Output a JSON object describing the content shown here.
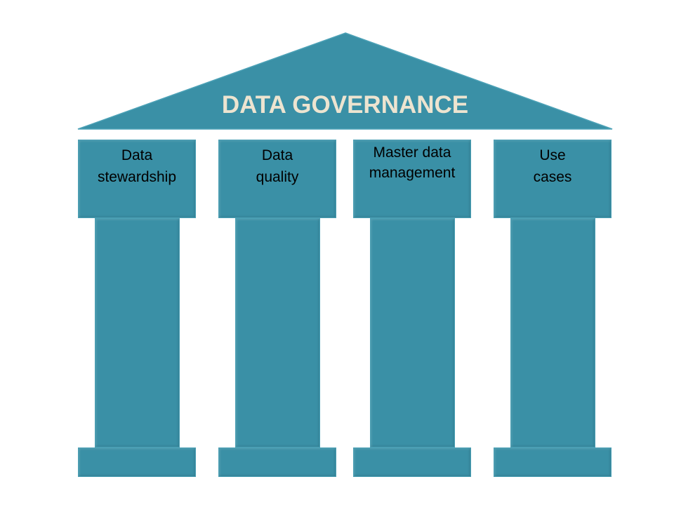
{
  "title": "DATA GOVERNANCE",
  "pillars": [
    {
      "line1": "Data",
      "line2": "stewardship"
    },
    {
      "line1": "Data",
      "line2": "quality"
    },
    {
      "line1": "Master data",
      "line2": "management"
    },
    {
      "line1": "Use",
      "line2": "cases"
    }
  ],
  "colors": {
    "fill": "#3a90a6",
    "title_text": "#ede4d0"
  }
}
